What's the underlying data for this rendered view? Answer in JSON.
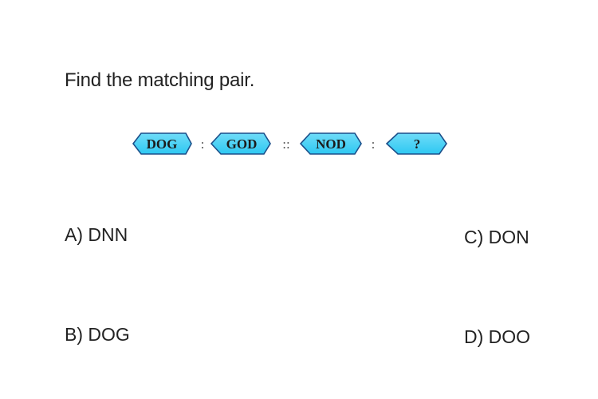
{
  "question": {
    "text": "Find the matching pair."
  },
  "puzzle": {
    "terms": [
      "DOG",
      "GOD",
      "NOD",
      "?"
    ],
    "separators": [
      ":",
      "::",
      ":"
    ],
    "hex_fill": "#2ec8f2",
    "hex_stroke": "#1b4f8a"
  },
  "options": {
    "a": "A) DNN",
    "b": "B) DOG",
    "c": "C) DON",
    "d": "D) DOO"
  }
}
